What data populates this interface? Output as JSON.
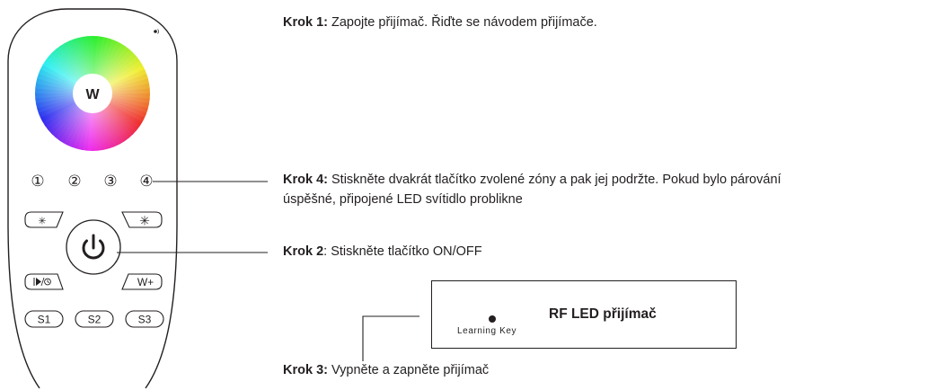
{
  "remote": {
    "center_label": "W",
    "zones": [
      "①",
      "②",
      "③",
      "④"
    ],
    "buttons": {
      "bright_down": "✳",
      "bright_up": "✳",
      "mode_timer": "I▶/⏱",
      "white_plus": "W+",
      "s1": "S1",
      "s2": "S2",
      "s3": "S3"
    },
    "icons": {
      "power": "power-icon",
      "indicator": "indicator-led-icon"
    }
  },
  "steps": {
    "step1": {
      "label": "Krok 1:",
      "text": " Zapojte přijímač. Řiďte se návodem přijímače."
    },
    "step4": {
      "label": "Krok 4:",
      "text": " Stiskněte dvakrát tlačítko zvolené zóny a pak jej podržte. Pokud bylo párování",
      "text2": "úspěšné, připojené LED svítidlo problikne"
    },
    "step2": {
      "label": "Krok 2",
      "text": ": Stiskněte tlačítko ON/OFF"
    },
    "step3": {
      "label": "Krok 3:",
      "text": " Vypněte a zapněte přijímač"
    }
  },
  "receiver": {
    "title": "RF LED přijímač",
    "learning_key": "Learning Key"
  },
  "colors": {
    "line": "#231f20",
    "background": "#ffffff"
  }
}
